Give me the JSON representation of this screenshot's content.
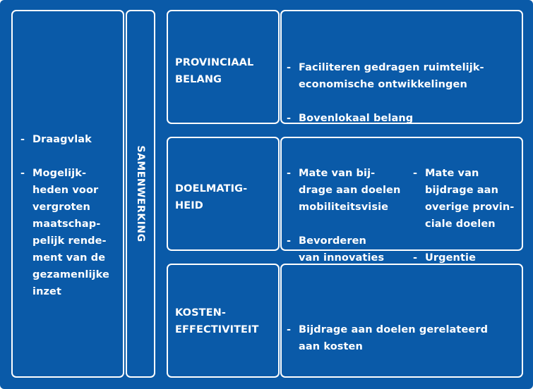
{
  "left_panel": {
    "items": [
      "Draagvlak",
      "Mogelijk-\nheden voor\nvergroten\nmaatschap-\npelijk rende-\nment van de\ngezamenlijke\ninzet"
    ]
  },
  "center_panel": {
    "label": "SAMENWERKING"
  },
  "rows": [
    {
      "heading": "PROVINCIAAL\nBELANG",
      "items": [
        "Faciliteren gedragen ruimtelijk-\neconomische ontwikkelingen",
        "Bovenlokaal belang"
      ]
    },
    {
      "heading": "DOELMATIG-\nHEID",
      "items_col1": [
        "Mate van bij-\ndrage aan doelen\nmobiliteitsvisie",
        "Bevorderen\nvan innovaties"
      ],
      "items_col2": [
        "Mate van\nbijdrage aan\noverige provin-\nciale doelen",
        "Urgentie"
      ]
    },
    {
      "heading": "KOSTEN-\nEFFECTIVITEIT",
      "items": [
        "Bijdrage aan doelen gerelateerd\naan kosten"
      ]
    }
  ],
  "colors": {
    "background": "#0a5aa8",
    "line": "#ffffff",
    "text": "#ffffff"
  }
}
